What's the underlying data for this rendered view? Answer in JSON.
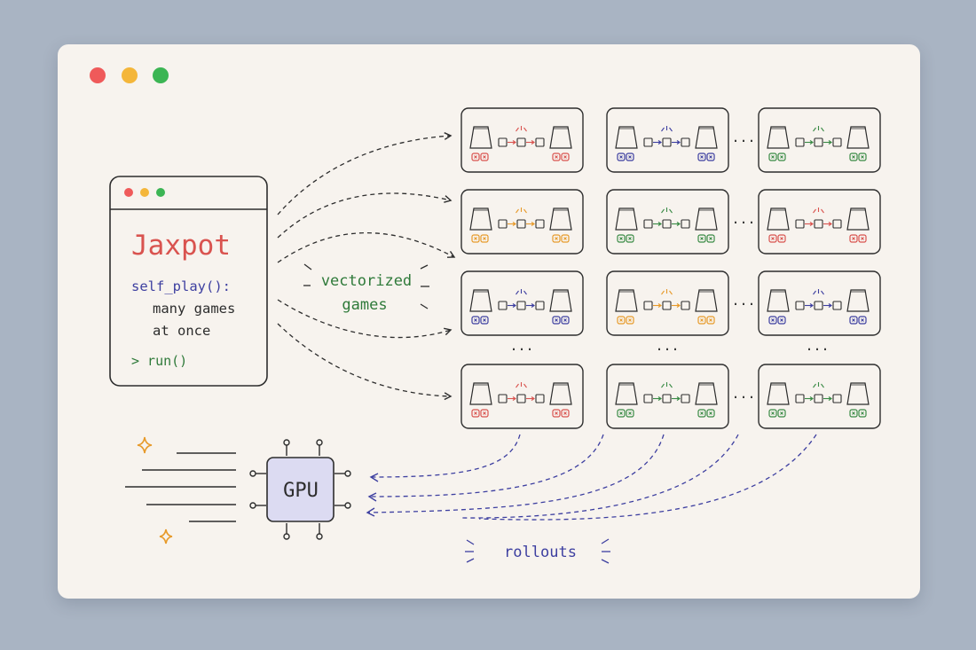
{
  "window": {
    "controls": [
      {
        "name": "close",
        "color": "#ef5a5a"
      },
      {
        "name": "minimize",
        "color": "#f4b63a"
      },
      {
        "name": "zoom",
        "color": "#3cb554"
      }
    ]
  },
  "code_panel": {
    "title": "Jaxpot",
    "function_call": "self_play():",
    "comment_line_1": "many games",
    "comment_line_2": "at once",
    "command": "> run()",
    "controls": [
      {
        "name": "close",
        "color": "#ef5a5a"
      },
      {
        "name": "minimize",
        "color": "#f4b63a"
      },
      {
        "name": "zoom",
        "color": "#3cb554"
      }
    ]
  },
  "labels": {
    "vectorized_line_1": "vectorized",
    "vectorized_line_2": "games",
    "rollouts": "rollouts",
    "gpu": "GPU",
    "ellipsis": "…",
    "column_ellipsis": "···"
  },
  "game_grid": {
    "rows": [
      [
        "red",
        "blue",
        "green"
      ],
      [
        "orange",
        "green",
        "red"
      ],
      [
        "blue",
        "orange",
        "blue"
      ],
      [
        "red",
        "green",
        "green"
      ]
    ]
  },
  "palette": {
    "red": "#d9534f",
    "blue": "#3d3fa0",
    "green": "#3a8a45",
    "orange": "#e79a2a",
    "ink": "#2d2d2d",
    "title_red": "#d9534f",
    "code_blue": "#3d3fa0",
    "code_green": "#2f7a3a",
    "gpu_fill": "#dcdbf2",
    "sparkle": "#e79a2a"
  }
}
